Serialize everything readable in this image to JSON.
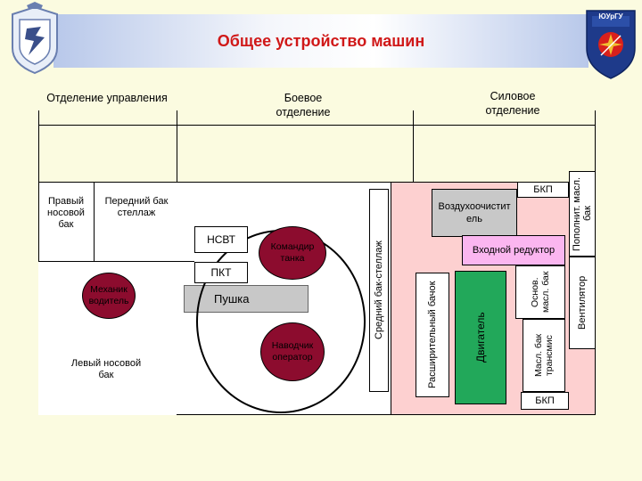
{
  "title": "Общее устройство машин",
  "logo_right_text": "ЮУрГУ",
  "sections": {
    "control": "Отделение управления",
    "combat": "Боевое отделение",
    "power": "Силовое отделение"
  },
  "components": {
    "right_nose_tank": "Правый носовой бак",
    "front_tank_rack": "Передний бак стеллаж",
    "nsvt": "НСВТ",
    "pkt": "ПКТ",
    "gun": "Пушка",
    "commander": "Командир танка",
    "gunner": "Наводчик оператор",
    "driver": "Механик водитель",
    "left_nose_tank": "Левый носовой бак",
    "middle_tank_rack": "Средний бак-стеллаж",
    "expansion_tank": "Расширительный бачок",
    "engine": "Двигатель",
    "air_cleaner": "Воздухоочиститель",
    "input_gearbox": "Входной редуктор",
    "bkp_top": "БКП",
    "bkp_bottom": "БКП",
    "main_oil_tank": "Основ. масл. бак",
    "trans_oil_tank": "Масл. бак трансмис",
    "fan": "Вентилятор",
    "aux_oil_tank": "Пополнит. масл. бак"
  },
  "colors": {
    "title": "#d01818",
    "crew_circle": "#8c0c2e",
    "hull_pink": "#fdd0d0",
    "gray": "#c8c8c8",
    "magenta": "#fbb6f0",
    "green": "#22a85a"
  }
}
